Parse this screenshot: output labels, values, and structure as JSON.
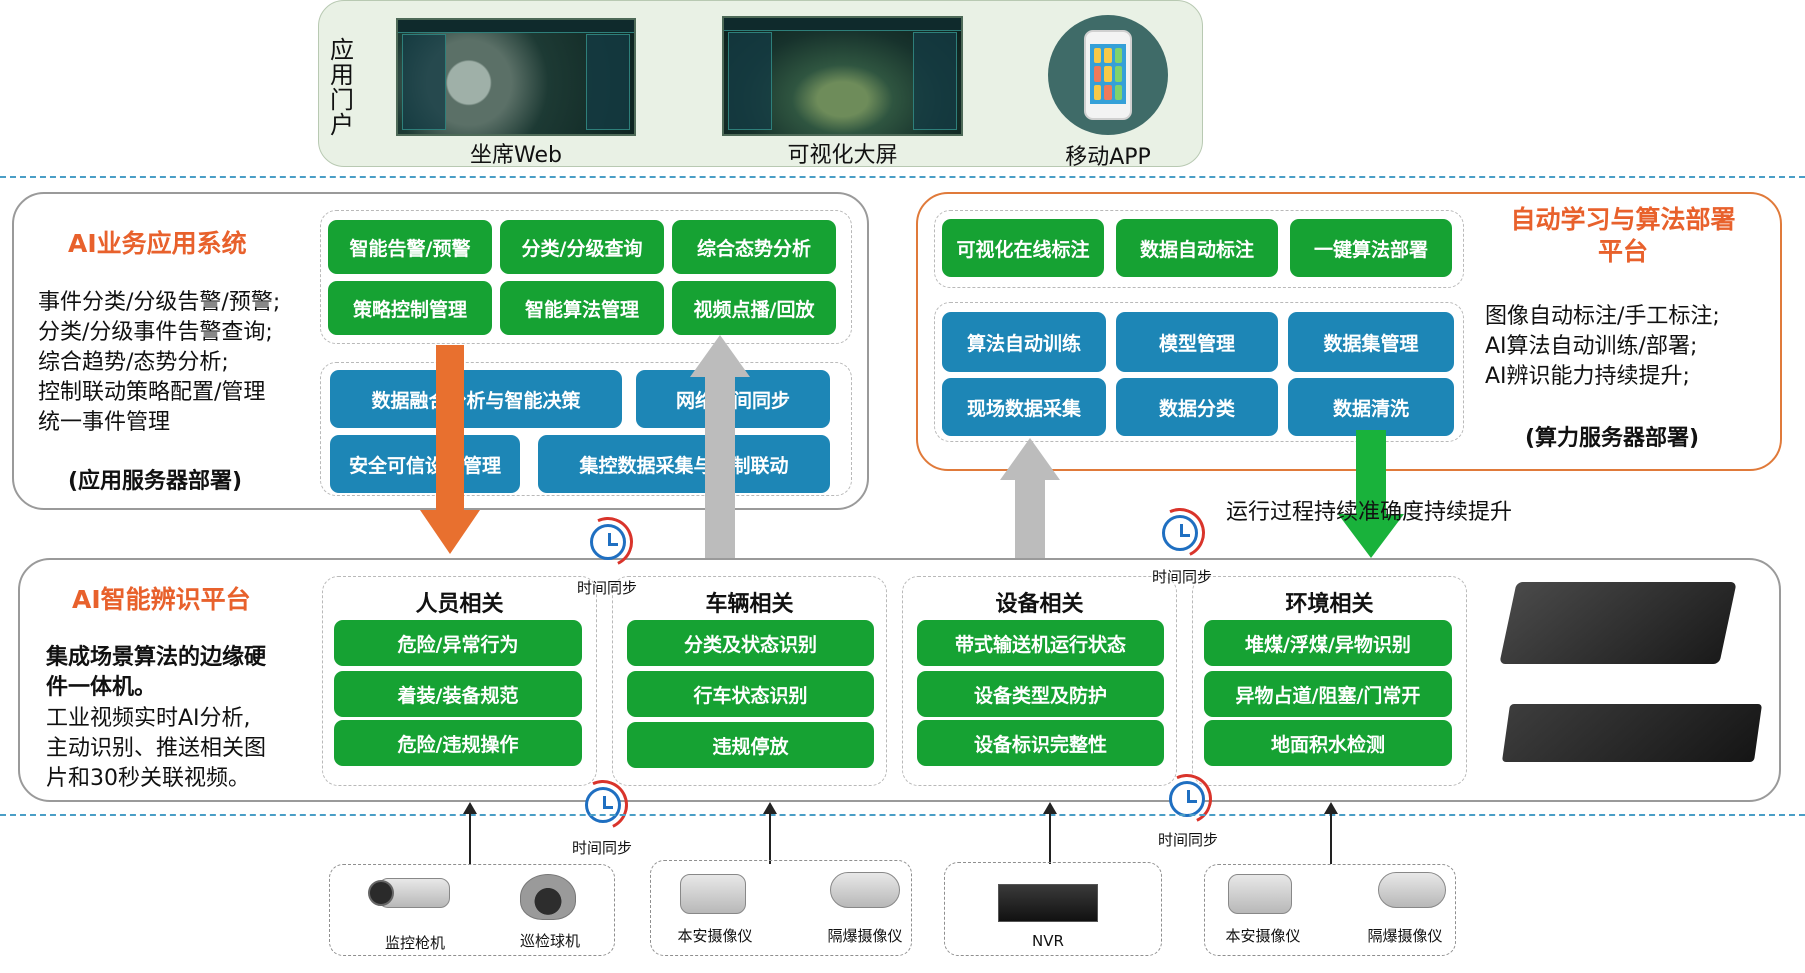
{
  "portal": {
    "title": "应用门户",
    "items": [
      {
        "label": "坐席Web"
      },
      {
        "label": "可视化大屏"
      },
      {
        "label": "移动APP"
      }
    ]
  },
  "ai_business": {
    "title": "AI业务应用系统",
    "desc": [
      "事件分类/分级告警/预警;",
      "分类/分级事件告警查询;",
      "综合趋势/态势分析;",
      "控制联动策略配置/管理",
      "统一事件管理"
    ],
    "deploy": "(应用服务器部署)",
    "green_buttons": [
      "智能告警/预警",
      "分类/分级查询",
      "综合态势分析",
      "策略控制管理",
      "智能算法管理",
      "视频点播/回放"
    ],
    "blue_buttons": [
      "数据融合分析与智能决策",
      "网络时间同步",
      "安全可信设备管理",
      "集控数据采集与控制联动"
    ]
  },
  "auto_learning": {
    "title_line1": "自动学习与算法部署",
    "title_line2": "平台",
    "desc": [
      "图像自动标注/手工标注;",
      "AI算法自动训练/部署;",
      "AI辨识能力持续提升;"
    ],
    "deploy": "(算力服务器部署)",
    "green_buttons": [
      "可视化在线标注",
      "数据自动标注",
      "一键算法部署"
    ],
    "blue_buttons": [
      "算法自动训练",
      "模型管理",
      "数据集管理",
      "现场数据采集",
      "数据分类",
      "数据清洗"
    ]
  },
  "improve_text": "运行过程持续准确度持续提升",
  "ai_recognition": {
    "title": "AI智能辨识平台",
    "bold_text": [
      "集成场景算法的边缘硬",
      "件一体机。"
    ],
    "desc": [
      "工业视频实时AI分析,",
      "主动识别、推送相关图",
      "片和30秒关联视频。"
    ],
    "categories": [
      {
        "title": "人员相关",
        "items": [
          "危险/异常行为",
          "着装/装备规范",
          "危险/违规操作"
        ]
      },
      {
        "title": "车辆相关",
        "items": [
          "分类及状态识别",
          "行车状态识别",
          "违规停放"
        ]
      },
      {
        "title": "设备相关",
        "items": [
          "带式输送机运行状态",
          "设备类型及防护",
          "设备标识完整性"
        ]
      },
      {
        "title": "环境相关",
        "items": [
          "堆煤/浮煤/异物识别",
          "异物占道/阻塞/门常开",
          "地面积水检测"
        ]
      }
    ]
  },
  "time_sync_label": "时间同步",
  "devices": [
    {
      "labels": [
        "监控枪机",
        "巡检球机"
      ]
    },
    {
      "labels": [
        "本安摄像仪",
        "隔爆摄像仪"
      ]
    },
    {
      "labels": [
        "NVR"
      ]
    },
    {
      "labels": [
        "本安摄像仪",
        "隔爆摄像仪"
      ]
    }
  ],
  "colors": {
    "green": "#16a233",
    "blue": "#1d86b6",
    "orange": "#e8612c",
    "arrow_green": "#19b23b",
    "arrow_orange": "#e8702f"
  }
}
